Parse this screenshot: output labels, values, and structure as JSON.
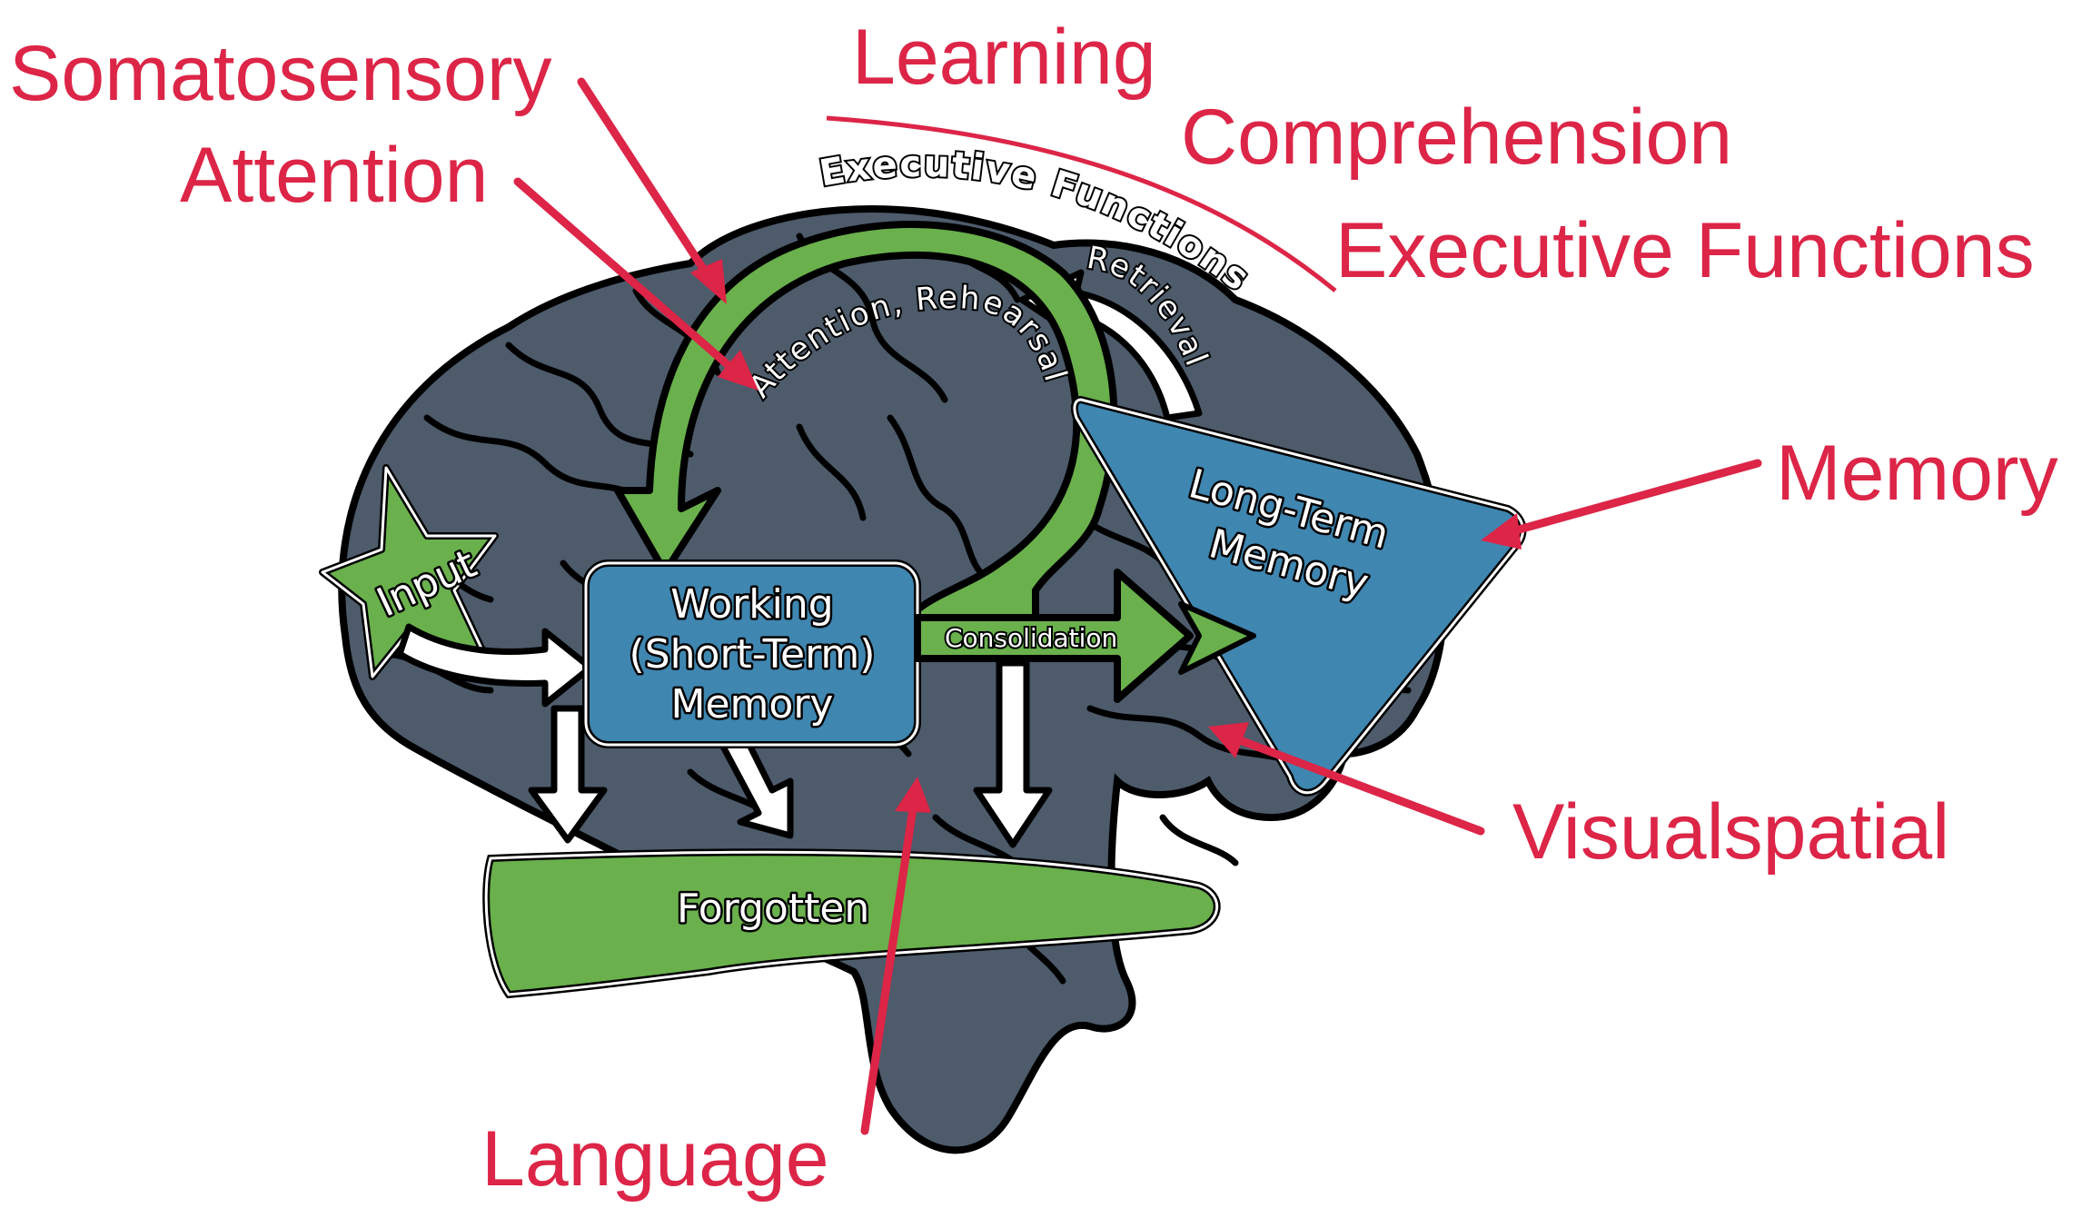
{
  "labels": {
    "somatosensory": "Somatosensory",
    "attention": "Attention",
    "learning": "Learning",
    "comprehension": "Comprehension",
    "executive_functions": "Executive Functions",
    "memory": "Memory",
    "visualspatial": "Visualspatial",
    "language": "Language"
  },
  "diagram": {
    "executive_functions_arc": "Executive Functions",
    "attention_rehearsal": "Attention, Rehearsal",
    "retrieval": "Retrieval",
    "input": "Input",
    "working_memory_line1": "Working",
    "working_memory_line2": "(Short-Term)",
    "working_memory_line3": "Memory",
    "long_term_line1": "Long-Term",
    "long_term_line2": "Memory",
    "consolidation": "Consolidation",
    "forgotten": "Forgotten"
  },
  "colors": {
    "label_red": "#dc2547",
    "brain_fill": "#4d5b6b",
    "memory_blue": "#3f86b0",
    "flow_green": "#6ab04c"
  }
}
